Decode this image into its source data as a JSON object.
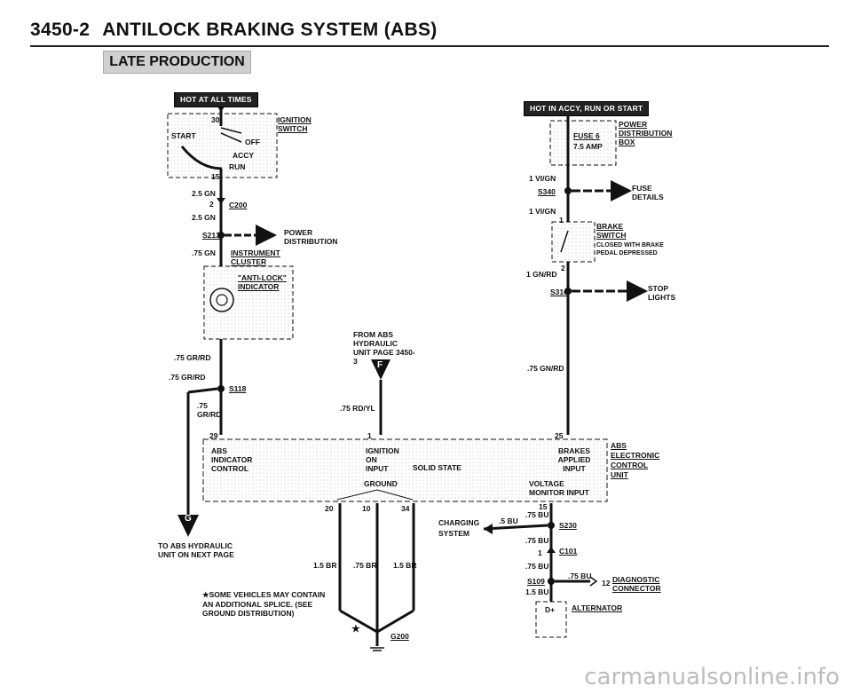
{
  "header": {
    "section_number": "3450-2",
    "title": "ANTILOCK BRAKING SYSTEM (ABS)",
    "production": "LATE PRODUCTION"
  },
  "left_circuit": {
    "hot_tag": "HOT AT ALL TIMES",
    "ignition_switch": {
      "label": "IGNITION SWITCH",
      "pin_top": "30",
      "pin_bottom": "15",
      "positions": [
        "START",
        "OFF",
        "ACCY",
        "RUN"
      ]
    },
    "wire_1": "2.5 GN",
    "connector_c200": {
      "pin": "2",
      "label": "C200"
    },
    "wire_2": "2.5 GN",
    "splice_s213": "S213",
    "power_distribution": "POWER DISTRIBUTION",
    "wire_3": ".75 GN",
    "instrument_cluster": "INSTRUMENT CLUSTER",
    "indicator": "\"ANTI-LOCK\" INDICATOR",
    "wire_4": ".75 GR/RD",
    "wire_5": ".75 GR/RD",
    "splice_s118": "S118",
    "wire_6": ".75 GR/RD",
    "pin_29": "29",
    "connector_g": "G",
    "to_hydraulic_unit": "TO ABS HYDRAULIC UNIT ON NEXT PAGE"
  },
  "center": {
    "from_hydraulic": "FROM ABS HYDRAULIC UNIT PAGE 3450-3",
    "connector_f": "F",
    "wire_rd_yl": ".75 RD/YL",
    "pin_1": "1"
  },
  "right_circuit": {
    "hot_tag": "HOT IN ACCY, RUN OR START",
    "power_box": "POWER DISTRIBUTION BOX",
    "fuse_label": "FUSE 6",
    "fuse_amp": "7.5 AMP",
    "wire_1": "1 VI/GN",
    "splice_s340": "S340",
    "fuse_details": "FUSE DETAILS",
    "wire_2": "1 VI/GN",
    "brake_pin_top": "1",
    "brake_switch": "BRAKE SWITCH",
    "brake_note": "CLOSED WITH BRAKE PEDAL DEPRESSED",
    "brake_pin_bottom": "2",
    "wire_3": "1 GN/RD",
    "splice_s316": "S316",
    "stop_lights": "STOP LIGHTS",
    "wire_4": ".75 GN/RD",
    "pin_25": "25"
  },
  "control_unit": {
    "name": "ABS ELECTRONIC CONTROL UNIT",
    "abs_indicator_control": "ABS INDICATOR CONTROL",
    "ignition_on_input": "IGNITION ON INPUT",
    "solid_state": "SOLID STATE",
    "brakes_applied_input": "BRAKES APPLIED INPUT",
    "ground": "GROUND",
    "voltage_monitor": "VOLTAGE MONITOR INPUT",
    "pins_bottom": [
      "20",
      "10",
      "34",
      "15"
    ]
  },
  "ground_circuit": {
    "wire_left": "1.5 BR",
    "wire_mid": ".75 BR",
    "wire_right": "1.5 BR",
    "star": "★",
    "ground_label": "G200",
    "note": "★SOME VEHICLES MAY CONTAIN AN ADDITIONAL SPLICE. (SEE GROUND DISTRIBUTION)"
  },
  "charging": {
    "charging_system": "CHARGING SYSTEM",
    "wire_5bu": ".5 BU",
    "wire_75bu_top": ".75 BU",
    "splice_s230": "S230",
    "wire_75bu_2": ".75 BU",
    "c101_pin": "1",
    "c101": "C101",
    "wire_75bu_3": ".75 BU",
    "splice_s109": "S109",
    "wire_75bu_diag": ".75 BU",
    "diag_pin": "12",
    "diagnostic_connector": "DIAGNOSTIC CONNECTOR",
    "wire_15bu": "1.5 BU",
    "alternator_pin": "D+",
    "alternator": "ALTERNATOR"
  },
  "watermark": "carmanualsonline.info"
}
